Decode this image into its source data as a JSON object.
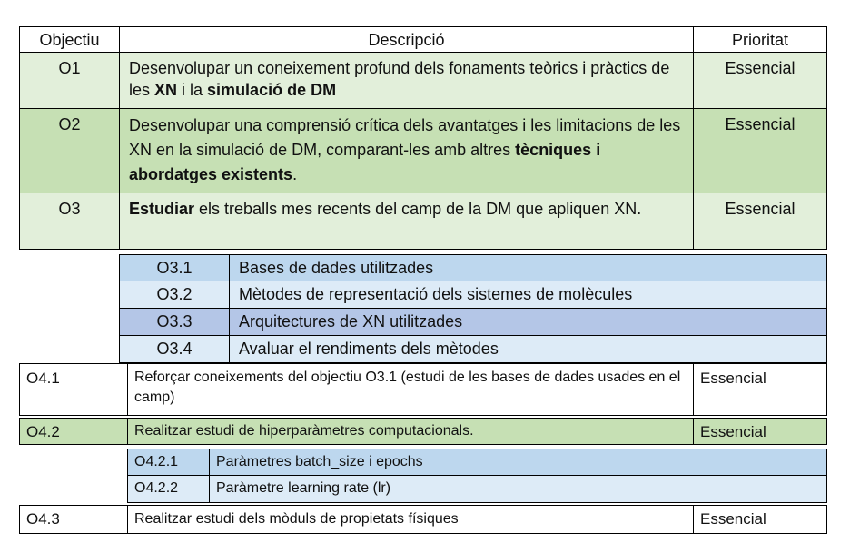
{
  "header": {
    "col1": "Objectiu",
    "col2": "Descripció",
    "col3": "Prioritat"
  },
  "rows": [
    {
      "id": "O1",
      "desc": [
        "Desenvolupar un coneixement profund dels fonaments teòrics i pràctics de les ",
        {
          "b": "XN"
        },
        " i la ",
        {
          "b": "simulació de DM"
        }
      ],
      "priority": "Essencial"
    },
    {
      "id": "O2",
      "desc": [
        "Desenvolupar una comprensió crítica dels avantatges i les limitacions de les XN en la simulació de DM, comparant-les amb altres ",
        {
          "b": "tècniques i abordatges existents"
        },
        "."
      ],
      "priority": "Essencial"
    },
    {
      "id": "O3",
      "desc": [
        {
          "b": "Estudiar"
        },
        " els treballs mes recents del camp de la DM que apliquen XN."
      ],
      "priority": "Essencial"
    }
  ],
  "o3_sub": [
    {
      "id": "O3.1",
      "text": "Bases de dades utilitzades"
    },
    {
      "id": "O3.2",
      "text": "Mètodes de representació dels sistemes de molècules"
    },
    {
      "id": "O3.3",
      "text": "Arquitectures de XN utilitzades"
    },
    {
      "id": "O3.4",
      "text": "Avaluar el rendiments dels mètodes"
    }
  ],
  "o4": [
    {
      "id": "O4.1",
      "text": "Reforçar coneixements del objectiu O3.1 (estudi de les bases de dades usades en el camp)",
      "priority": "Essencial"
    },
    {
      "id": "O4.2",
      "text": "Realitzar estudi de hiperparàmetres computacionals.",
      "priority": "Essencial"
    },
    {
      "id": "O4.3",
      "text": "Realitzar estudi dels mòduls de propietats físiques",
      "priority": "Essencial"
    }
  ],
  "o42_sub": [
    {
      "id": "O4.2.1",
      "text": "Paràmetres batch_size i epochs"
    },
    {
      "id": "O4.2.2",
      "text": "Paràmetre learning rate (lr)"
    }
  ]
}
